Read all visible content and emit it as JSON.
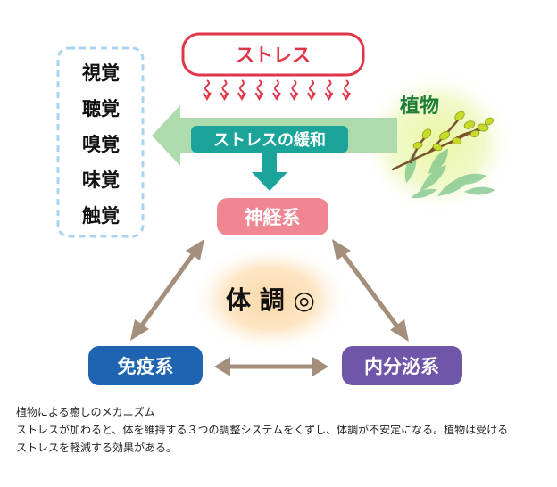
{
  "stress": {
    "label": "ストレス"
  },
  "plant": {
    "label": "植物"
  },
  "relief": {
    "label": "ストレスの緩和"
  },
  "senses": {
    "items": [
      "視覚",
      "聴覚",
      "嗅覚",
      "味覚",
      "触覚"
    ]
  },
  "nodes": {
    "nervous": "神経系",
    "immune": "免疫系",
    "endocrine": "内分泌系",
    "center": "体 調 ◎"
  },
  "colors": {
    "stress_red": "#e0364a",
    "relief_green": "#9fd3a0",
    "relief_label_bg": "#1aa49a",
    "nervous_pink": "#ef8691",
    "immune_blue": "#1f64b0",
    "endocrine_purple": "#6f56a8",
    "arrow_brown": "#a48f7c",
    "senses_border": "#a8d4ee"
  },
  "caption": {
    "title": "植物による癒しのメカニズム",
    "line1": "ストレスが加わると、体を維持する３つの調整システムをくずし、体調が不安定になる。植物は受ける",
    "line2": "ストレスを軽減する効果がある。"
  }
}
